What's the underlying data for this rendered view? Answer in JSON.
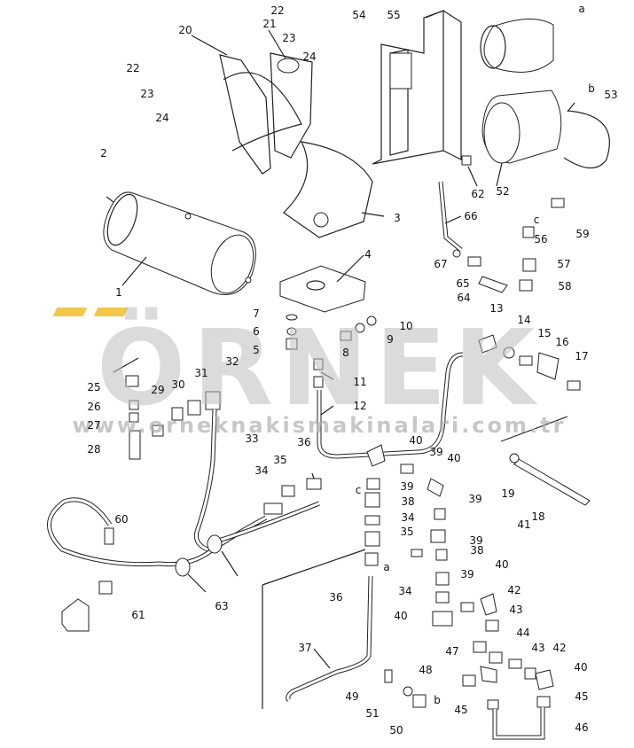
{
  "watermark": {
    "main": "ÖRNEK",
    "sub": "www.orneknakismakinalari.com.tr",
    "accent_color": "#f2c84b"
  },
  "callouts": [
    {
      "id": "c1",
      "text": "1"
    },
    {
      "id": "c2",
      "text": "2"
    },
    {
      "id": "c3",
      "text": "3"
    },
    {
      "id": "c4",
      "text": "4"
    },
    {
      "id": "c5",
      "text": "5"
    },
    {
      "id": "c6",
      "text": "6"
    },
    {
      "id": "c7",
      "text": "7"
    },
    {
      "id": "c8",
      "text": "8"
    },
    {
      "id": "c9",
      "text": "9"
    },
    {
      "id": "c10",
      "text": "10"
    },
    {
      "id": "c11",
      "text": "11"
    },
    {
      "id": "c12",
      "text": "12"
    },
    {
      "id": "c13",
      "text": "13"
    },
    {
      "id": "c14",
      "text": "14"
    },
    {
      "id": "c15",
      "text": "15"
    },
    {
      "id": "c16",
      "text": "16"
    },
    {
      "id": "c17",
      "text": "17"
    },
    {
      "id": "c18",
      "text": "18"
    },
    {
      "id": "c19",
      "text": "19"
    },
    {
      "id": "c20",
      "text": "20"
    },
    {
      "id": "c21",
      "text": "21"
    },
    {
      "id": "c22a",
      "text": "22"
    },
    {
      "id": "c22b",
      "text": "22"
    },
    {
      "id": "c23a",
      "text": "23"
    },
    {
      "id": "c23b",
      "text": "23"
    },
    {
      "id": "c24a",
      "text": "24"
    },
    {
      "id": "c24b",
      "text": "24"
    },
    {
      "id": "c25",
      "text": "25"
    },
    {
      "id": "c26",
      "text": "26"
    },
    {
      "id": "c27",
      "text": "27"
    },
    {
      "id": "c28",
      "text": "28"
    },
    {
      "id": "c29",
      "text": "29"
    },
    {
      "id": "c30",
      "text": "30"
    },
    {
      "id": "c31",
      "text": "31"
    },
    {
      "id": "c32",
      "text": "32"
    },
    {
      "id": "c33",
      "text": "33"
    },
    {
      "id": "c34a",
      "text": "34"
    },
    {
      "id": "c34b",
      "text": "34"
    },
    {
      "id": "c34c",
      "text": "34"
    },
    {
      "id": "c35a",
      "text": "35"
    },
    {
      "id": "c35b",
      "text": "35"
    },
    {
      "id": "c36a",
      "text": "36"
    },
    {
      "id": "c36b",
      "text": "36"
    },
    {
      "id": "c37",
      "text": "37"
    },
    {
      "id": "c38a",
      "text": "38"
    },
    {
      "id": "c38b",
      "text": "38"
    },
    {
      "id": "c39a",
      "text": "39"
    },
    {
      "id": "c39b",
      "text": "39"
    },
    {
      "id": "c39c",
      "text": "39"
    },
    {
      "id": "c39d",
      "text": "39"
    },
    {
      "id": "c39e",
      "text": "39"
    },
    {
      "id": "c40a",
      "text": "40"
    },
    {
      "id": "c40b",
      "text": "40"
    },
    {
      "id": "c40c",
      "text": "40"
    },
    {
      "id": "c40d",
      "text": "40"
    },
    {
      "id": "c40e",
      "text": "40"
    },
    {
      "id": "c41",
      "text": "41"
    },
    {
      "id": "c42a",
      "text": "42"
    },
    {
      "id": "c42b",
      "text": "42"
    },
    {
      "id": "c43a",
      "text": "43"
    },
    {
      "id": "c43b",
      "text": "43"
    },
    {
      "id": "c44",
      "text": "44"
    },
    {
      "id": "c45a",
      "text": "45"
    },
    {
      "id": "c45b",
      "text": "45"
    },
    {
      "id": "c46",
      "text": "46"
    },
    {
      "id": "c47",
      "text": "47"
    },
    {
      "id": "c48",
      "text": "48"
    },
    {
      "id": "c49",
      "text": "49"
    },
    {
      "id": "c50",
      "text": "50"
    },
    {
      "id": "c51",
      "text": "51"
    },
    {
      "id": "c52",
      "text": "52"
    },
    {
      "id": "c53",
      "text": "53"
    },
    {
      "id": "c54",
      "text": "54"
    },
    {
      "id": "c55",
      "text": "55"
    },
    {
      "id": "c56",
      "text": "56"
    },
    {
      "id": "c57",
      "text": "57"
    },
    {
      "id": "c58",
      "text": "58"
    },
    {
      "id": "c59",
      "text": "59"
    },
    {
      "id": "c60",
      "text": "60"
    },
    {
      "id": "c61",
      "text": "61"
    },
    {
      "id": "c62",
      "text": "62"
    },
    {
      "id": "c63",
      "text": "63"
    },
    {
      "id": "c64",
      "text": "64"
    },
    {
      "id": "c65",
      "text": "65"
    },
    {
      "id": "c66",
      "text": "66"
    },
    {
      "id": "c67",
      "text": "67"
    },
    {
      "id": "ra1",
      "text": "a"
    },
    {
      "id": "ra2",
      "text": "a"
    },
    {
      "id": "rb1",
      "text": "b"
    },
    {
      "id": "rb2",
      "text": "b"
    },
    {
      "id": "rc1",
      "text": "c"
    },
    {
      "id": "rc2",
      "text": "c"
    }
  ]
}
